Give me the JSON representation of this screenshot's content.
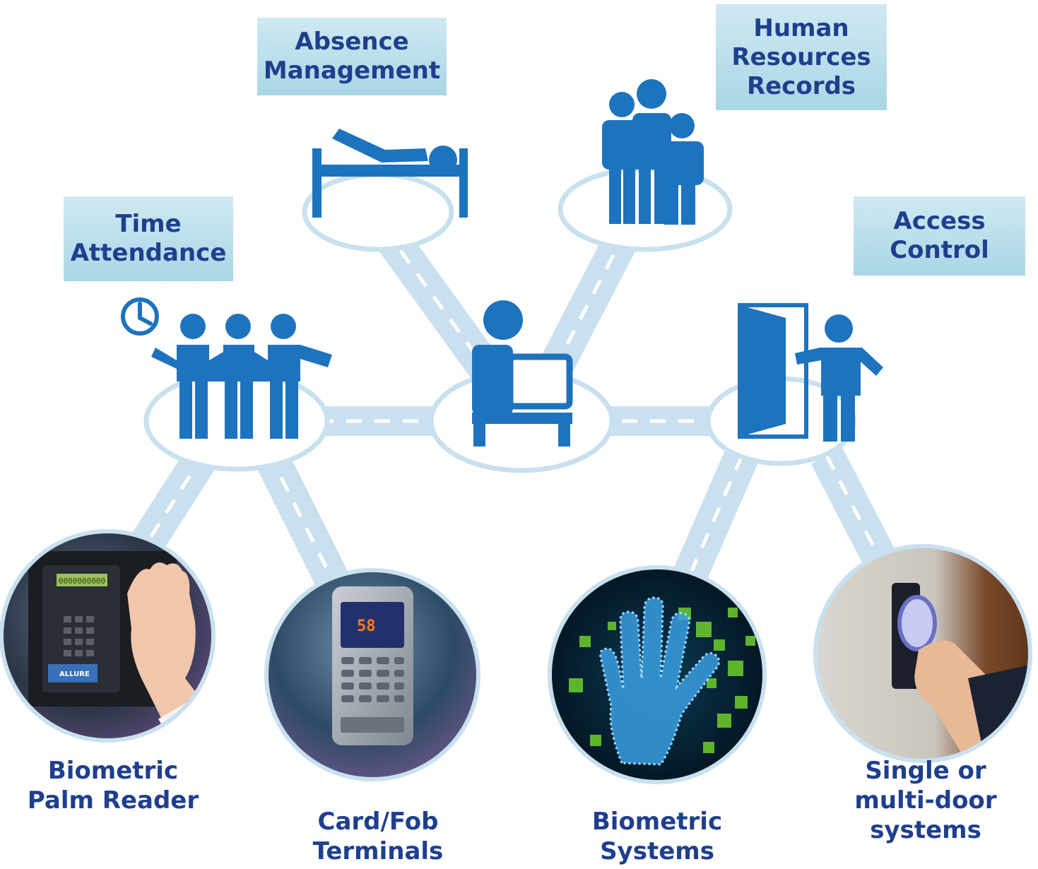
{
  "modules": {
    "absence": {
      "line1": "Absence",
      "line2": "Management"
    },
    "hr": {
      "line1": "Human",
      "line2": "Resources",
      "line3": "Records"
    },
    "time": {
      "line1": "Time",
      "line2": "Attendance"
    },
    "access": {
      "line1": "Access",
      "line2": "Control"
    }
  },
  "devices": {
    "palm": {
      "line1": "Biometric",
      "line2": "Palm Reader"
    },
    "card": {
      "line1": "Card/Fob",
      "line2": "Terminals"
    },
    "bio": {
      "line1": "Biometric",
      "line2": "Systems"
    },
    "door": {
      "line1": "Single or",
      "line2": "multi-door",
      "line3": "systems"
    }
  },
  "photo_text": {
    "palm_brand": "ALLURE",
    "palm_screen": "0000000000",
    "card_screen": "58"
  },
  "colors": {
    "icon_blue": "#1e73be",
    "road": "#c9e0ef",
    "road_dash": "#ffffff",
    "label_text": "#1f3f8e",
    "label_bg": "#bde0ec"
  }
}
